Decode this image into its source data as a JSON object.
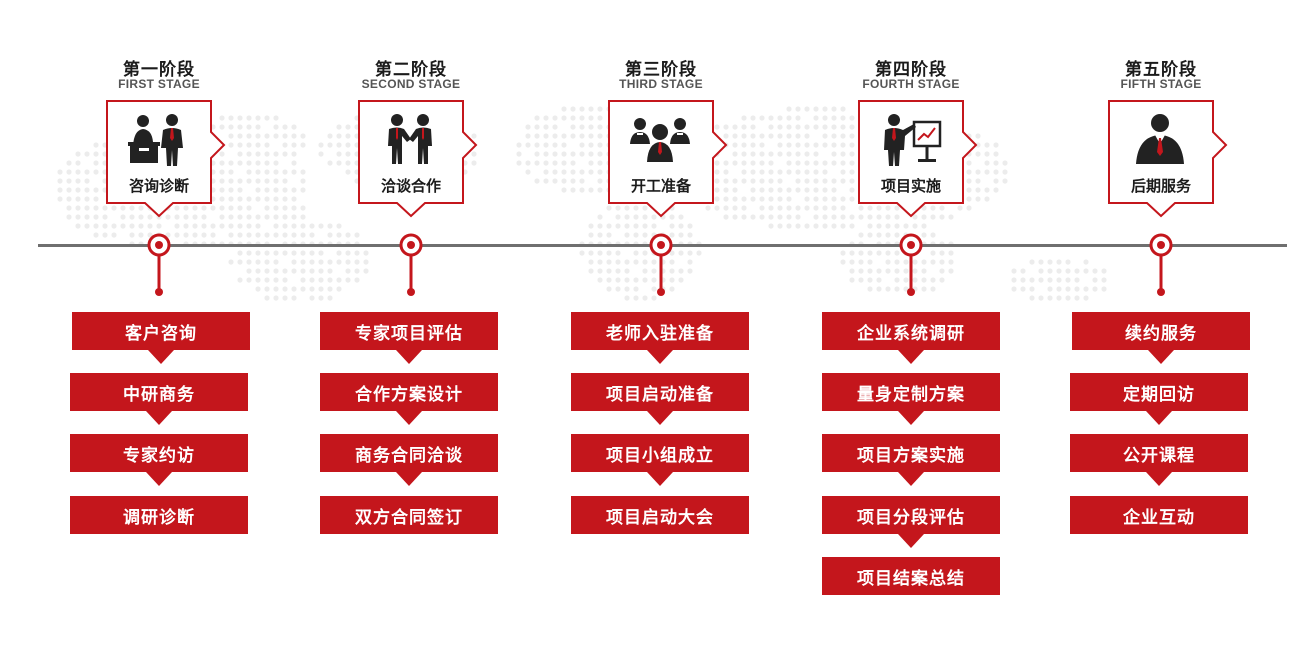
{
  "colors": {
    "accent": "#c4161c",
    "timeline": "#6f6f6f",
    "text": "#1b1b1b",
    "subtext": "#555555"
  },
  "stages": [
    {
      "title": "第一阶段",
      "subtitle": "FIRST STAGE",
      "icon": "consulting-desk-icon",
      "label": "咨询诊断",
      "steps": [
        "客户咨询",
        "中研商务",
        "专家约访",
        "调研诊断"
      ]
    },
    {
      "title": "第二阶段",
      "subtitle": "SECOND STAGE",
      "icon": "handshake-icon",
      "label": "洽谈合作",
      "steps": [
        "专家项目评估",
        "合作方案设计",
        "商务合同洽谈",
        "双方合同签订"
      ]
    },
    {
      "title": "第三阶段",
      "subtitle": "THIRD STAGE",
      "icon": "team-icon",
      "label": "开工准备",
      "steps": [
        "老师入驻准备",
        "项目启动准备",
        "项目小组成立",
        "项目启动大会"
      ]
    },
    {
      "title": "第四阶段",
      "subtitle": "FOURTH STAGE",
      "icon": "presentation-icon",
      "label": "项目实施",
      "steps": [
        "企业系统调研",
        "量身定制方案",
        "项目方案实施",
        "项目分段评估",
        "项目结案总结"
      ]
    },
    {
      "title": "第五阶段",
      "subtitle": "FIFTH STAGE",
      "icon": "service-person-icon",
      "label": "后期服务",
      "steps": [
        "续约服务",
        "定期回访",
        "公开课程",
        "企业互动"
      ]
    }
  ]
}
